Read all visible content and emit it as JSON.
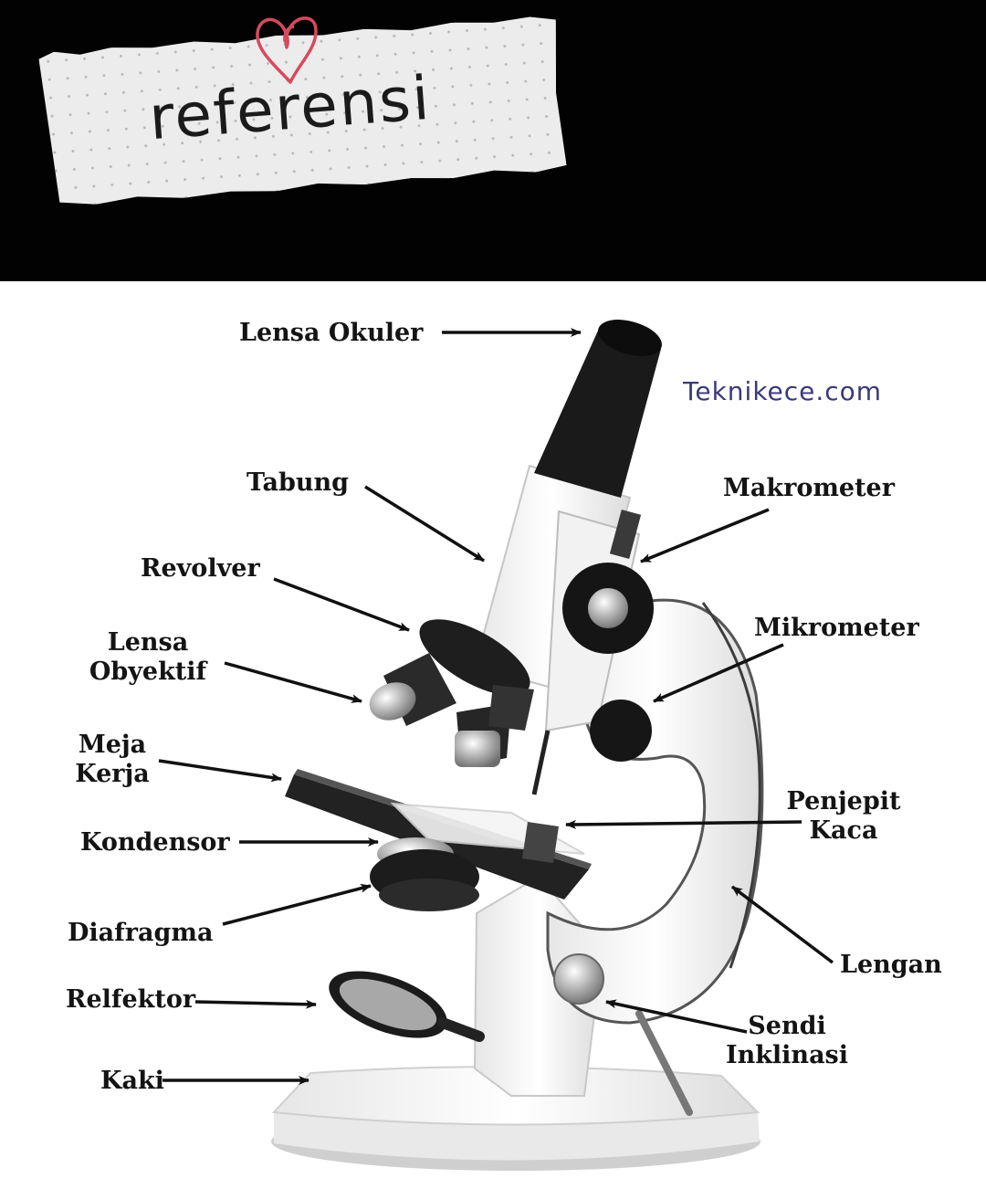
{
  "header": {
    "title": "referensi",
    "heart_color": "#d64a5e"
  },
  "watermark": "Teknikece.com",
  "labels": {
    "lensa_okuler": "Lensa Okuler",
    "tabung": "Tabung",
    "makrometer": "Makrometer",
    "revolver": "Revolver",
    "lensa_obyektif_1": "Lensa",
    "lensa_obyektif_2": "Obyektif",
    "mikrometer": "Mikrometer",
    "meja_kerja_1": "Meja",
    "meja_kerja_2": "Kerja",
    "penjepit_kaca_1": "Penjepit",
    "penjepit_kaca_2": "Kaca",
    "kondensor": "Kondensor",
    "diafragma": "Diafragma",
    "lengan": "Lengan",
    "relfektor": "Relfektor",
    "sendi_inklinasi_1": "Sendi",
    "sendi_inklinasi_2": "Inklinasi",
    "kaki": "Kaki"
  }
}
